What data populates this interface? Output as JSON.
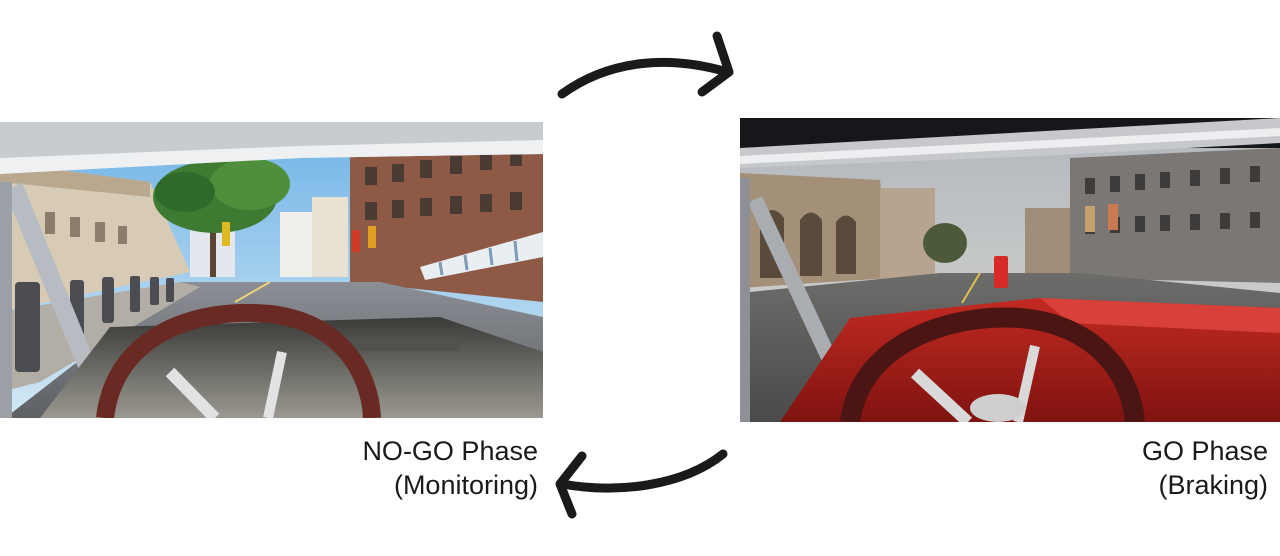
{
  "phases": {
    "no_go": {
      "title": "NO-GO Phase",
      "subtitle": "(Monitoring)"
    },
    "go": {
      "title": "GO Phase",
      "subtitle": "(Braking)"
    }
  },
  "colors": {
    "arrow": "#1a1a1a",
    "go_car_body": "#a51b18",
    "no_go_sky": "#8fc3e8",
    "go_sky": "#c9ccd0"
  },
  "icons": {
    "cycle_forward": "curved-arrow-right-icon",
    "cycle_back": "curved-arrow-left-icon"
  }
}
